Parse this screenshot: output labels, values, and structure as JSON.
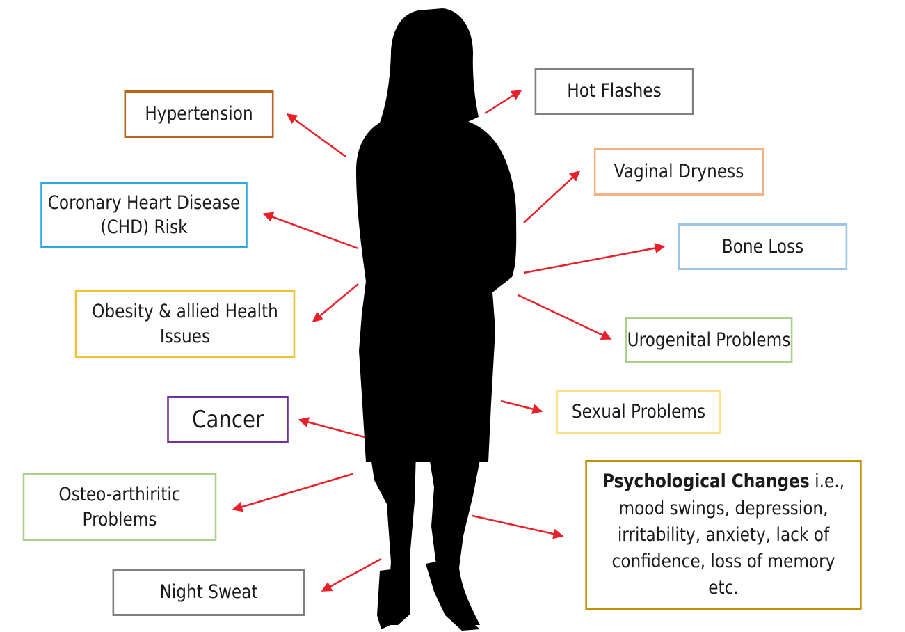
{
  "labels": {
    "hypertension": "Hypertension",
    "chd_line1": "Coronary Heart Disease",
    "chd_line2": "(CHD) Risk",
    "obesity_line1": "Obesity & allied Health",
    "obesity_line2": "Issues",
    "cancer": "Cancer",
    "osteo_line1": "Osteo-arthiritic",
    "osteo_line2": "Problems",
    "night_sweat": "Night Sweat",
    "hot_flashes": "Hot Flashes",
    "vaginal_dryness": "Vaginal Dryness",
    "bone_loss": "Bone Loss",
    "urogenital": "Urogenital Problems",
    "sexual": "Sexual Problems",
    "psych_bold": "Psychological Changes",
    "psych_rest": " i.e., mood swings, depression, irritability, anxiety, lack of confidence, loss of memory etc."
  },
  "colors": {
    "hypertension": "#b5651d",
    "chd": "#29abe2",
    "obesity": "#f2c230",
    "cancer": "#7030a0",
    "osteo": "#a9d18e",
    "night_sweat": "#808080",
    "hot_flashes": "#808080",
    "vaginal_dryness": "#f4b183",
    "bone_loss": "#9dc3e6",
    "urogenital": "#a9d18e",
    "sexual": "#ffe083",
    "psych": "#bf9000",
    "arrow": "#e8202a",
    "silhouette": "#000000"
  }
}
